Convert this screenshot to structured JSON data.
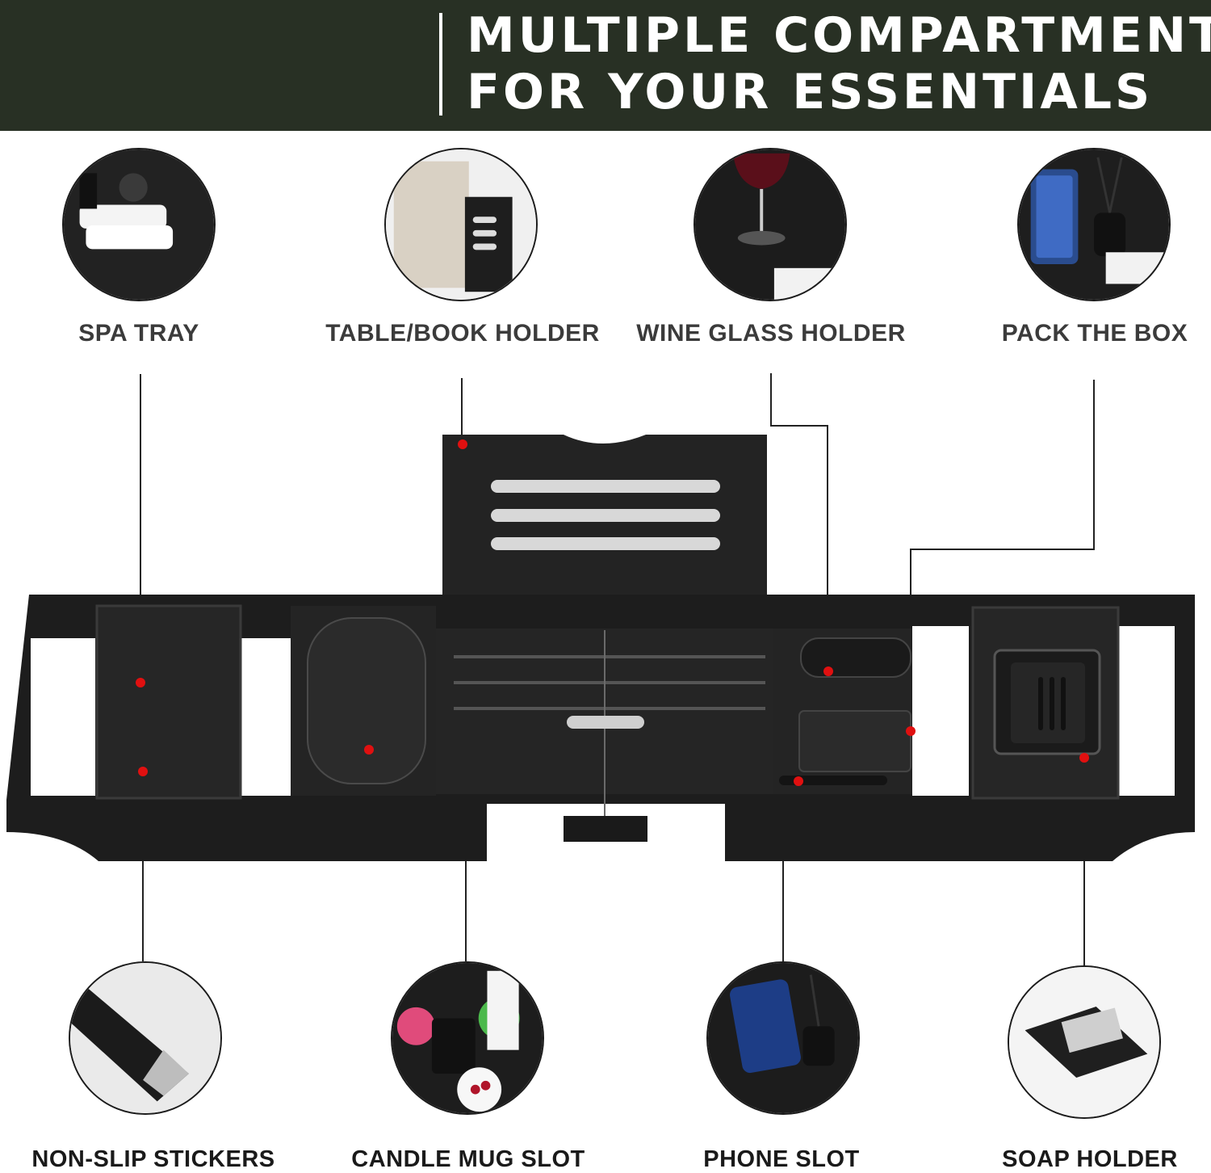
{
  "banner": {
    "line1": "MULTIPLE COMPARTMENTS",
    "line2": "FOR YOUR ESSENTIALS"
  },
  "features_top": [
    {
      "label": "SPA TRAY",
      "icon": "spa-tray-photo"
    },
    {
      "label": "TABLE/BOOK HOLDER",
      "icon": "book-holder-photo"
    },
    {
      "label": "WINE GLASS HOLDER",
      "icon": "wine-glass-photo"
    },
    {
      "label": "PACK THE BOX",
      "icon": "phone-diffuser-photo"
    }
  ],
  "features_bottom": [
    {
      "label": "NON-SLIP STICKERS",
      "icon": "non-slip-corner-photo"
    },
    {
      "label": "CANDLE MUG SLOT",
      "icon": "candle-mug-photo"
    },
    {
      "label": "PHONE SLOT",
      "icon": "phone-slot-photo"
    },
    {
      "label": "SOAP HOLDER",
      "icon": "soap-holder-photo"
    }
  ],
  "colors": {
    "banner_bg": "#283024",
    "tray": "#1f1f1f",
    "marker": "#e01010",
    "leader_line": "#222222"
  }
}
